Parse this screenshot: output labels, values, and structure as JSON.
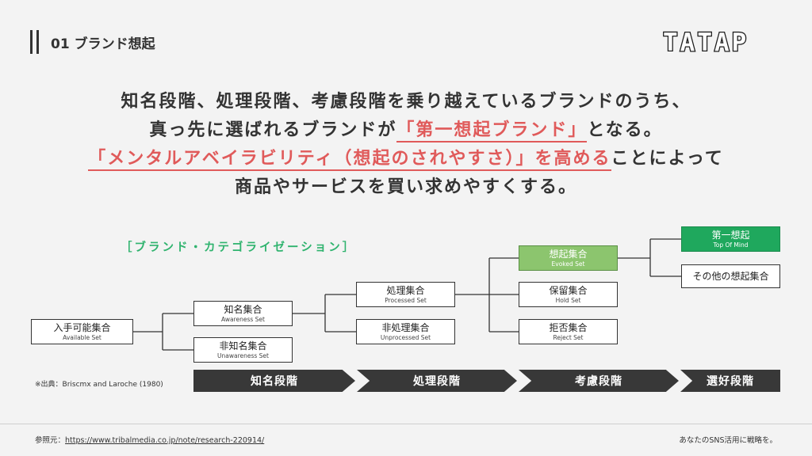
{
  "header": {
    "title": "01 ブランド想起",
    "logo_text": "TATAP"
  },
  "headline": {
    "line1": "知名段階、処理段階、考慮段階を乗り越えているブランドのうち、",
    "line2_pre": "真っ先に選ばれるブランドが",
    "line2_hl": "「第一想起ブランド」",
    "line2_post": "となる。",
    "line3_hl": "「メンタルアベイラビリティ（想起のされやすさ）」を高める",
    "line3_post": "ことによって",
    "line4": "商品やサービスを買い求めやすくする。"
  },
  "diagram": {
    "heading": "［ブランド・カテゴライゼーション］",
    "nodes": {
      "available": {
        "jp": "入手可能集合",
        "en": "Available Set"
      },
      "awareness": {
        "jp": "知名集合",
        "en": "Awareness Set"
      },
      "unawareness": {
        "jp": "非知名集合",
        "en": "Unawareness Set"
      },
      "processed": {
        "jp": "処理集合",
        "en": "Processed Set"
      },
      "unprocessed": {
        "jp": "非処理集合",
        "en": "Unprocessed Set"
      },
      "evoked": {
        "jp": "想起集合",
        "en": "Evoked Set"
      },
      "hold": {
        "jp": "保留集合",
        "en": "Hold Set"
      },
      "reject": {
        "jp": "拒否集合",
        "en": "Reject Set"
      },
      "top_of_mind": {
        "jp": "第一想起",
        "en": "Top Of Mind"
      },
      "other_evoked": {
        "jp": "その他の想起集合",
        "en": ""
      }
    },
    "stages": [
      "知名段階",
      "処理段階",
      "考慮段階",
      "選好段階"
    ],
    "colors": {
      "top_of_mind": "#1fa85d",
      "evoked": "#8cc56e",
      "stage": "#383838",
      "highlight": "#e05a5a",
      "heading": "#2fb36e"
    },
    "source": "※出典：Briscmx and Laroche (1980)"
  },
  "footer": {
    "ref_label": "参照元：",
    "ref_url": "https://www.tribalmedia.co.jp/note/research-220914/",
    "right_text": "あなたのSNS活用に戦略を。"
  }
}
